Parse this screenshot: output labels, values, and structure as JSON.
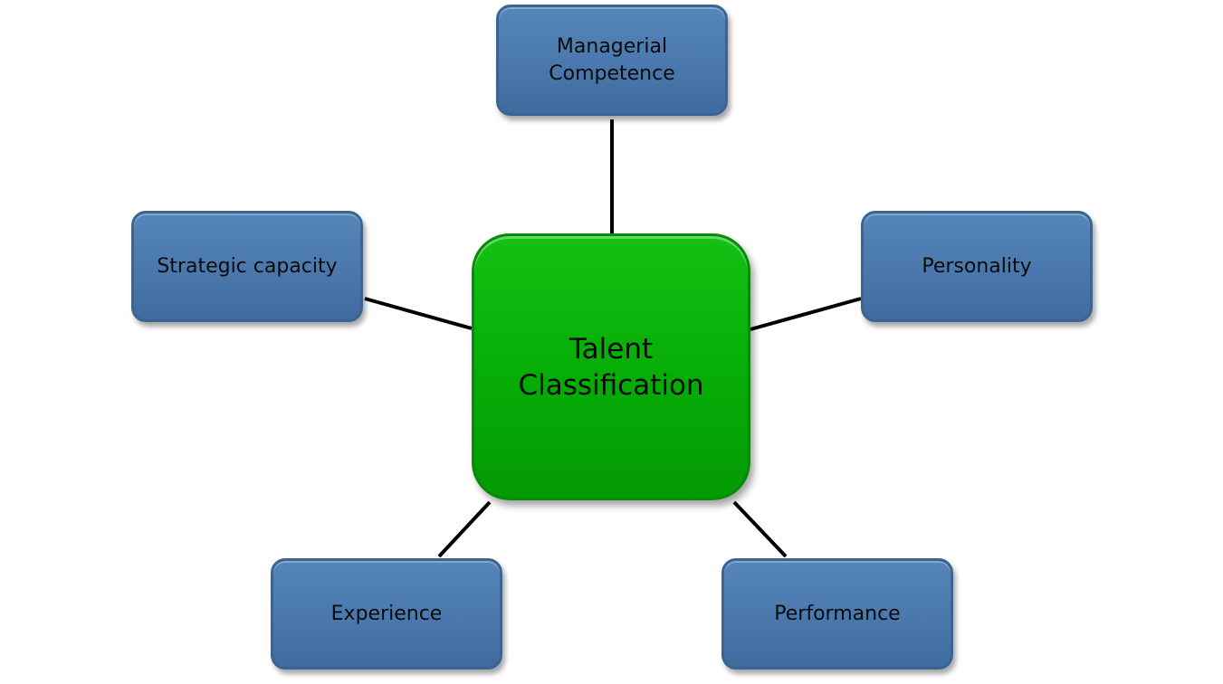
{
  "diagram": {
    "center": {
      "label": "Talent\nClassification",
      "color": "#06ae06"
    },
    "nodes": [
      {
        "id": "managerial",
        "label": "Managerial\nCompetence"
      },
      {
        "id": "strategic",
        "label": "Strategic capacity"
      },
      {
        "id": "personality",
        "label": "Personality"
      },
      {
        "id": "experience",
        "label": "Experience"
      },
      {
        "id": "performance",
        "label": "Performance"
      }
    ],
    "node_color": "#4a78ad",
    "connector_color": "#000000"
  }
}
